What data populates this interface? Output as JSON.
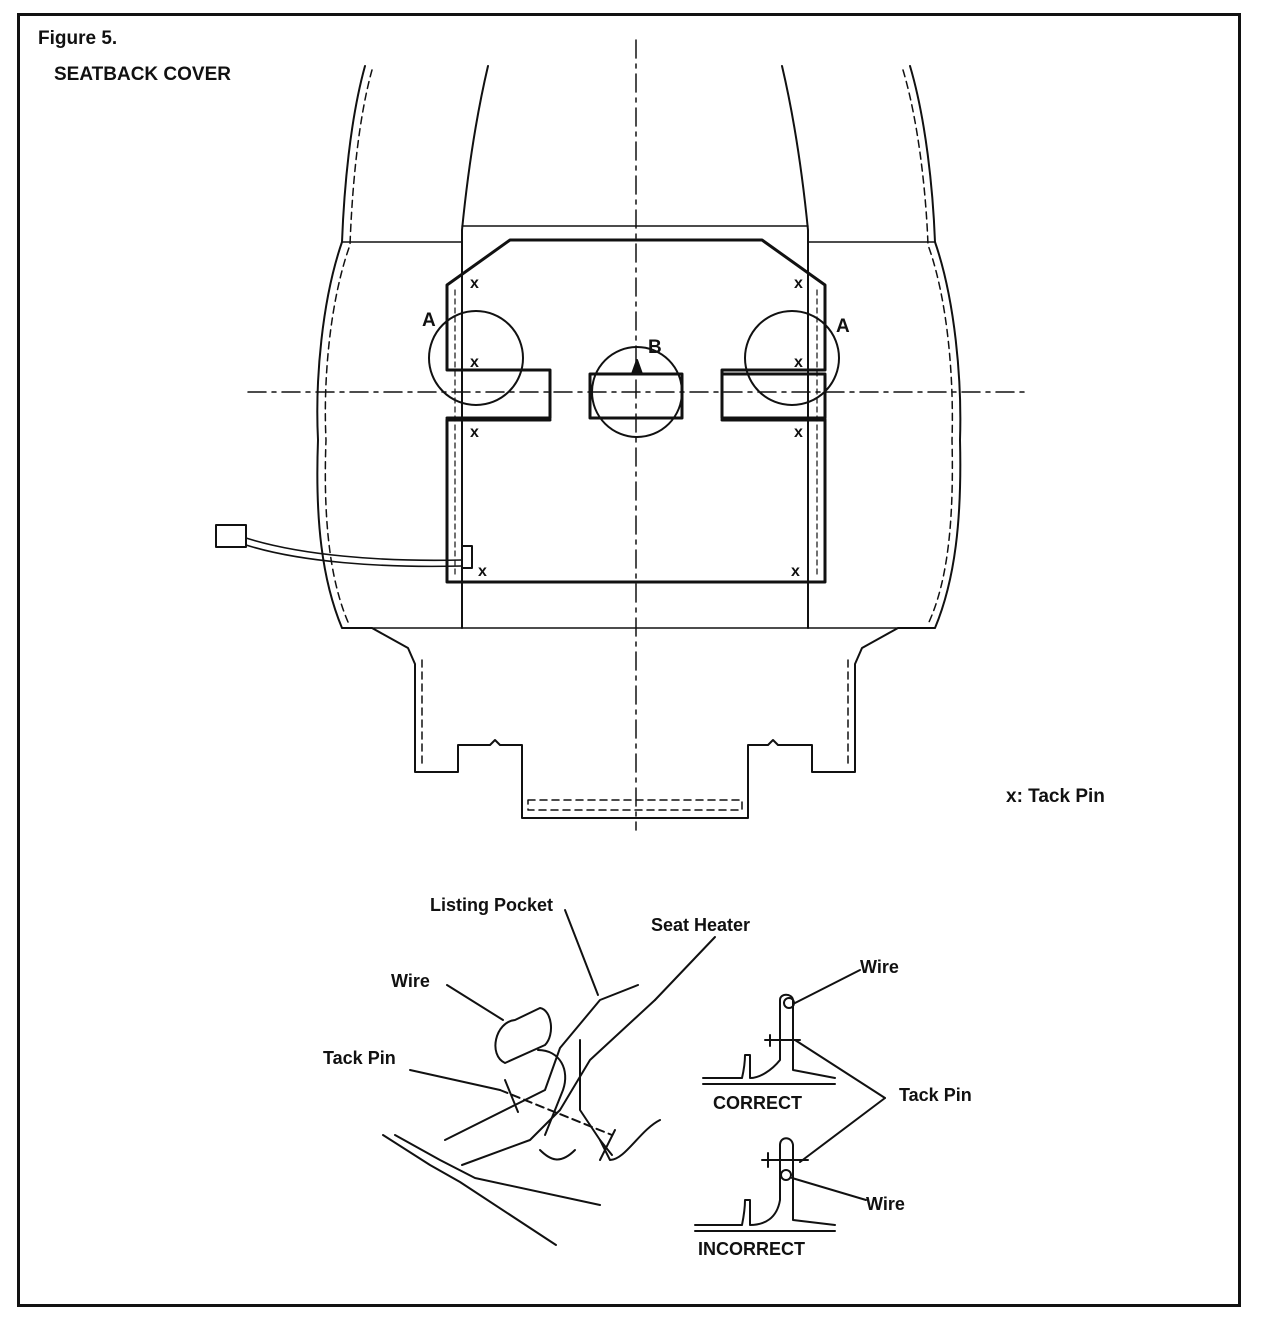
{
  "figure": {
    "title": "Figure 5.",
    "subtitle": "SEATBACK COVER",
    "legend": "x: Tack Pin"
  },
  "callouts": {
    "a_left": "A",
    "a_right": "A",
    "b": "B",
    "tack_marks": [
      "x",
      "x",
      "x",
      "x",
      "x",
      "x",
      "x",
      "x"
    ]
  },
  "detail": {
    "listing_pocket": "Listing Pocket",
    "seat_heater": "Seat Heater",
    "wire": "Wire",
    "tack_pin": "Tack Pin"
  },
  "comparison": {
    "wire_top": "Wire",
    "tack_pin": "Tack Pin",
    "wire_bottom": "Wire",
    "correct": "CORRECT",
    "incorrect": "INCORRECT"
  },
  "colors": {
    "line": "#111111",
    "background": "#ffffff"
  }
}
